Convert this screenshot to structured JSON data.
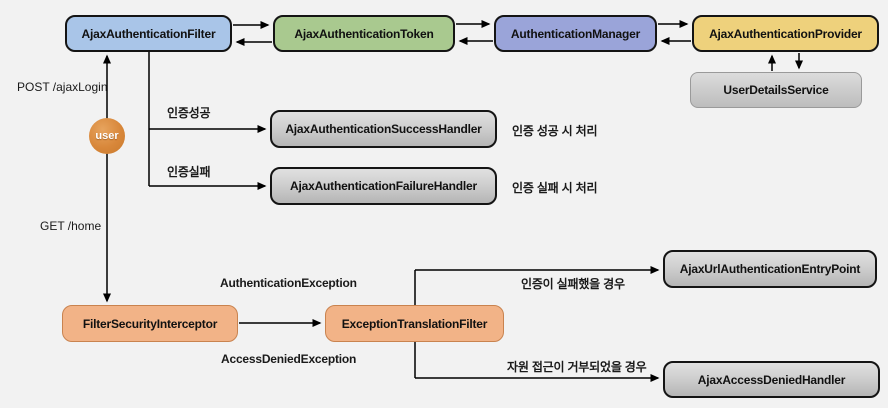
{
  "diagram": {
    "title_hint": "Ajax authentication flow (Spring Security)",
    "colors": {
      "background": "#f2f2f2",
      "filter_blue": "#a9c5e8",
      "token_green": "#a9c98f",
      "manager_blue": "#9aa4d9",
      "provider_yellow": "#eed17c",
      "flow_orange": "#f2b387",
      "user_orange": "#d8873a",
      "line_black": "#000000"
    },
    "nodes": {
      "ajax_authentication_filter": {
        "label": "AjaxAuthenticationFilter",
        "fill": "#a9c5e8"
      },
      "ajax_authentication_token": {
        "label": "AjaxAuthenticationToken",
        "fill": "#a9c98f"
      },
      "authentication_manager": {
        "label": "AuthenticationManager",
        "fill": "#9aa4d9"
      },
      "ajax_authentication_provider": {
        "label": "AjaxAuthenticationProvider",
        "fill": "#eed17c"
      },
      "user_details_service": {
        "label": "UserDetailsService"
      },
      "ajax_authentication_success_handler": {
        "label": "AjaxAuthenticationSuccessHandler"
      },
      "ajax_authentication_failure_handler": {
        "label": "AjaxAuthenticationFailureHandler"
      },
      "filter_security_interceptor": {
        "label": "FilterSecurityInterceptor",
        "fill": "#f2b387"
      },
      "exception_translation_filter": {
        "label": "ExceptionTranslationFilter",
        "fill": "#f2b387"
      },
      "ajax_url_authentication_entry_point": {
        "label": "AjaxUrlAuthenticationEntryPoint"
      },
      "ajax_access_denied_handler": {
        "label": "AjaxAccessDeniedHandler"
      }
    },
    "actor": {
      "label": "user"
    },
    "labels": {
      "post_ajax_login": "POST /ajaxLogin",
      "get_home": "GET /home",
      "auth_success": "인증성공",
      "auth_failure": "인증실패",
      "success_note": "인증 성공 시 처리",
      "failure_note": "인증 실패 시 처리",
      "authentication_exception": "AuthenticationException",
      "access_denied_exception": "AccessDeniedException",
      "auth_failed_case": "인증이 실패했을 경우",
      "access_denied_case": "자원 접근이 거부되었을 경우"
    }
  }
}
